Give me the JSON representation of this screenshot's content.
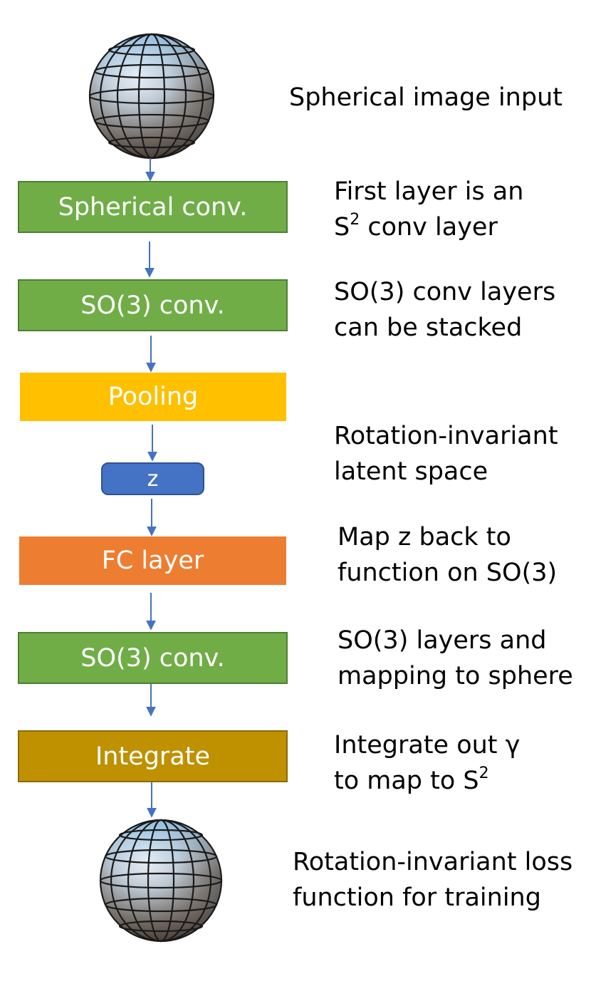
{
  "blocks": {
    "spherical_conv": "Spherical conv.",
    "so3_conv_1": "SO(3) conv.",
    "pooling": "Pooling",
    "latent_z": "z",
    "fc_layer": "FC layer",
    "so3_conv_2": "SO(3) conv.",
    "integrate": "Integrate"
  },
  "notes": {
    "input": "Spherical image input",
    "first_layer_l1": "First layer is an",
    "first_layer_l2_base": "S",
    "first_layer_l2_sup": "2",
    "first_layer_l2_rest": " conv layer",
    "stacked_l1": "SO(3) conv layers",
    "stacked_l2": "can be stacked",
    "latent_l1": "Rotation-invariant",
    "latent_l2": "latent space",
    "map_l1": "Map z back to",
    "map_l2": "function on SO(3)",
    "so3_layers_l1": "SO(3) layers and",
    "so3_layers_l2": "mapping to sphere",
    "integrate_l1": "Integrate out γ",
    "integrate_l2_base": "to map to S",
    "integrate_l2_sup": "2",
    "loss_l1": "Rotation-invariant loss",
    "loss_l2": "function for training"
  },
  "colors": {
    "conv_green": "#70ad47",
    "pooling_yellow": "#ffc000",
    "latent_blue": "#4472c4",
    "fc_orange": "#ed7d31",
    "integrate_olive": "#bf9000",
    "arrow_blue": "#4472c4"
  },
  "icons": [
    "sphere-image-icon",
    "sphere-output-icon"
  ]
}
